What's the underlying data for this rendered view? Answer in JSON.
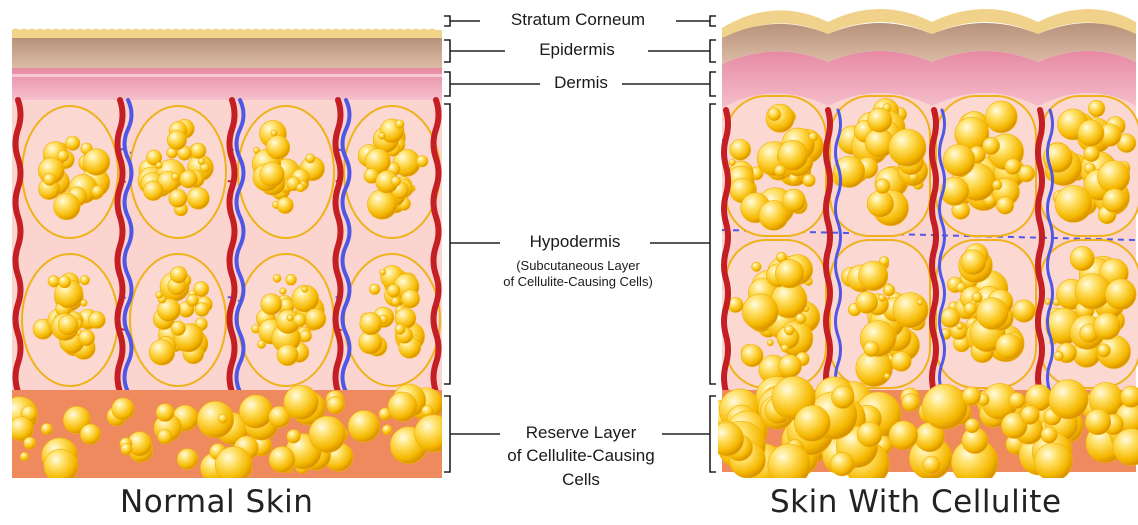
{
  "labels": {
    "stratum_corneum": "Stratum Corneum",
    "epidermis": "Epidermis",
    "dermis": "Dermis",
    "hypodermis": "Hypodermis",
    "hypodermis_sub_1": "(Subcutaneous Layer",
    "hypodermis_sub_2": "of Cellulite-Causing Cells)",
    "reserve_1": "Reserve Layer",
    "reserve_2": "of Cellulite-Causing",
    "reserve_3": "Cells"
  },
  "captions": {
    "left": "Normal Skin",
    "right": "Skin With Cellulite"
  },
  "colors": {
    "stratum_corneum": "#f1d28a",
    "epidermis": "#c9a58f",
    "dermis": "#ec9fb4",
    "hypodermis_bg": "#fbd3cf",
    "reserve_bg": "#ef8a5f",
    "fat_cell": "#f7c726",
    "artery": "#c41f24",
    "vein": "#4f57e6"
  }
}
